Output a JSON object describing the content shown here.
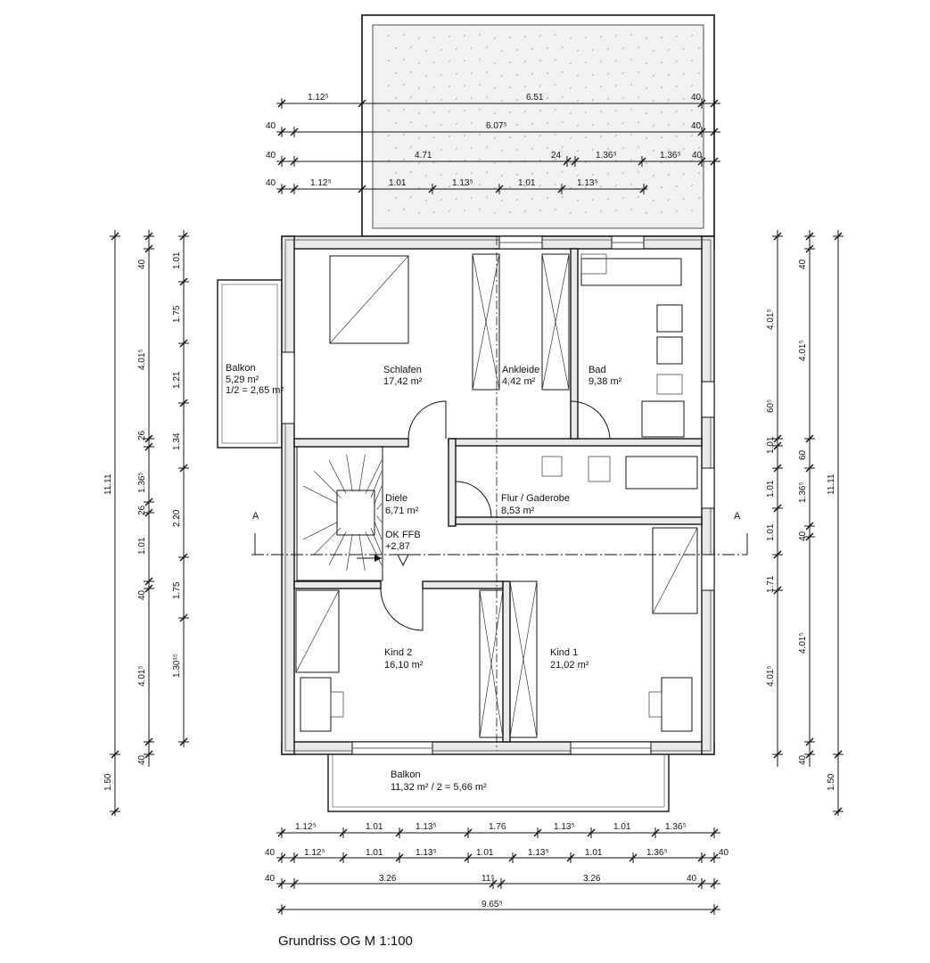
{
  "drawing": {
    "title": "Grundriss OG M 1:100",
    "section_marker": "A",
    "level_label": "OK FFB",
    "level_value": "+2,87"
  },
  "rooms": [
    {
      "id": "balkon-west",
      "name": "Balkon",
      "area": "5,29 m²",
      "extra": "1/2 = 2,65 m²"
    },
    {
      "id": "schlafen",
      "name": "Schlafen",
      "area": "17,42 m²"
    },
    {
      "id": "ankleide",
      "name": "Ankleide",
      "area": "4,42 m²"
    },
    {
      "id": "bad",
      "name": "Bad",
      "area": "9,38 m²"
    },
    {
      "id": "diele",
      "name": "Diele",
      "area": "6,71 m²"
    },
    {
      "id": "flur",
      "name": "Flur / Gaderobe",
      "area": "8,53 m²"
    },
    {
      "id": "kind2",
      "name": "Kind 2",
      "area": "16,10 m²"
    },
    {
      "id": "kind1",
      "name": "Kind 1",
      "area": "21,02 m²"
    },
    {
      "id": "balkon-sued",
      "name": "Balkon",
      "area": "11,32 m² / 2 = 5,66 m²"
    }
  ],
  "dimensions": {
    "top": [
      [
        "1.12⁵",
        "6.51",
        "40"
      ],
      [
        "40",
        "6.07⁵",
        "40"
      ],
      [
        "40",
        "4.71",
        "24",
        "1.36⁵",
        "1.36⁵",
        "40"
      ],
      [
        "40",
        "1.12⁵",
        "1.01",
        "1.13⁵",
        "1.01",
        "1.13⁵"
      ]
    ],
    "bottom": [
      [
        "1.12⁵",
        "1.01",
        "1.13⁵",
        "1.76",
        "1.13⁵",
        "1.01",
        "1.36⁵"
      ],
      [
        "40",
        "1.12⁵",
        "1.01",
        "1.13⁵",
        "1.01",
        "1.13⁵",
        "1.01",
        "1.36⁵",
        "40"
      ],
      [
        "40",
        "3.26",
        "11⁵",
        "3.26",
        "40"
      ],
      [
        "9.65⁵"
      ]
    ],
    "left": [
      [
        "11.11",
        "1.50"
      ],
      [
        "40",
        "4.01⁵",
        "26",
        "1.36⁵",
        "26",
        "1.01",
        "40",
        "4.01⁵",
        "40"
      ],
      [
        "1.01",
        "1.75",
        "1.21",
        "1.34",
        "2.20",
        "1.75",
        "1.30¹⁵"
      ]
    ],
    "right": [
      [
        "4.01⁵",
        "60⁵",
        "1.01",
        "1.01",
        "1.01",
        "1.71",
        "4.01⁵"
      ],
      [
        "40",
        "4.01⁵",
        "60",
        "1.36⁵",
        "40",
        "4.01⁵",
        "40"
      ],
      [
        "11.11",
        "1.50"
      ]
    ]
  }
}
